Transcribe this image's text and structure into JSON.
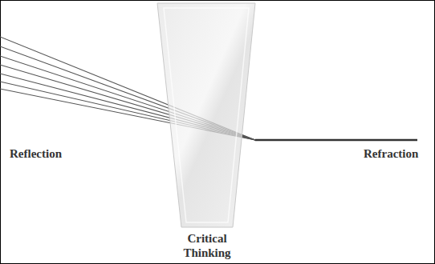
{
  "diagram": {
    "nodes": [
      {
        "text": [
          "Critical Thinking"
        ]
      }
    ],
    "labels": [
      "Reflection",
      "Refraction"
    ]
  }
}
